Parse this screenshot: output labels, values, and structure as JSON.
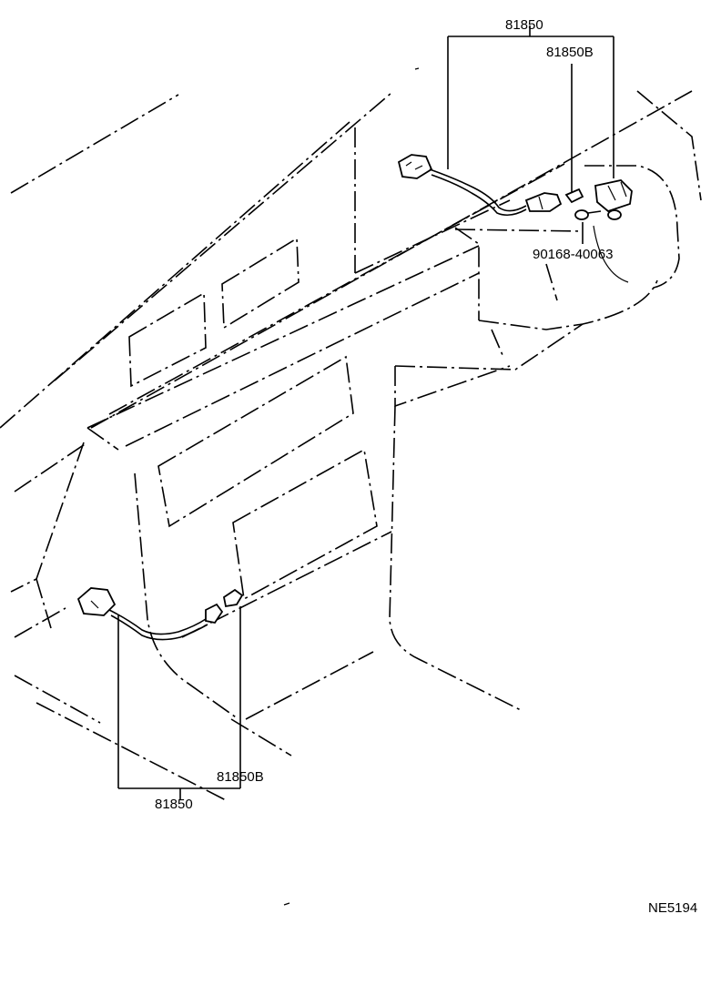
{
  "labels": {
    "top_assembly": "81850",
    "top_lamp": "81850B",
    "screw": "90168-40063",
    "bottom_lamp": "81850B",
    "bottom_assembly": "81850",
    "drawing_code": "NE5194"
  }
}
